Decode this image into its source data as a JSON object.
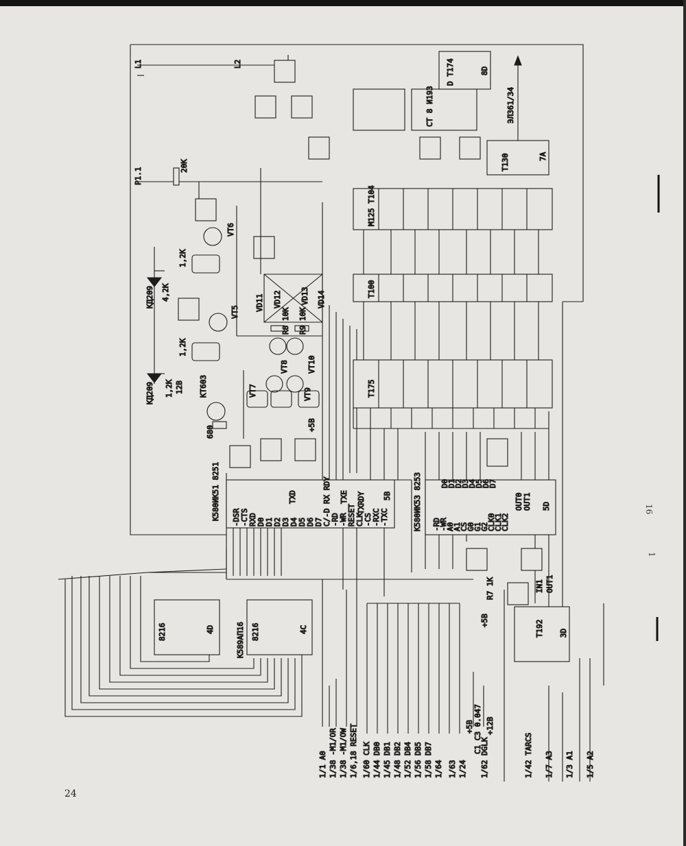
{
  "page_number": "24",
  "margin_marks": [
    "16",
    "1"
  ],
  "connector_labels": [
    "1/1 A0",
    "1/38 -M1/OR",
    "1/38 -M1/OW",
    "1/6,18 RESET",
    "1/60 CLK",
    "1/44 DB0",
    "1/45 DB1",
    "1/48 DB2",
    "1/52 DB4",
    "1/56 DB5",
    "1/58 DB7",
    "1/64",
    "1/63",
    "1/24",
    "1/62 DGLK",
    "1/42 TARCS",
    "1/7 A3",
    "1/3 A1",
    "1/5 A2"
  ],
  "supply_labels": [
    "+5B",
    "+12B",
    "C1 C3 0.047",
    "+5B",
    "+5B"
  ],
  "chip_labels": {
    "usart": "K580ИK51  8251",
    "usart_ref": "5B",
    "timer": "K580ИK53 8253",
    "timer_ref": "5D",
    "buffer_left": "8216",
    "buffer_left_ref": "4D",
    "buffer_right": "8216",
    "buffer_right_ref": "4C",
    "buffer_series": "K589AП16",
    "decoder": "T192",
    "decoder_ref": "3D",
    "counter": "CT 8  И193",
    "top_flop": "D  T174",
    "top_flop_ref": "8D",
    "gate_7a": "T130",
    "gate_7a_ref": "7A",
    "register_row": "T175",
    "nand_row": "T100",
    "inverter_row": "M125 T104"
  },
  "usart_pins": [
    "-DSR",
    "-CTS",
    "RXD",
    "D0",
    "D1",
    "D2",
    "D3",
    "D4",
    "D5",
    "D6",
    "D7",
    "C/-D",
    "-RD",
    "-WR",
    "RESET",
    "CLK",
    "-CS",
    "-RXC",
    "-TXC",
    "TXD",
    "RX RDY",
    "TXE",
    "TXRDY"
  ],
  "timer_pins": [
    "-RD",
    "-WR",
    "A0",
    "A1",
    "CS",
    "G0",
    "G1",
    "G2",
    "CLK0",
    "CLK1",
    "CLK2",
    "D0",
    "D1",
    "D2",
    "D3",
    "D4",
    "D5",
    "D6",
    "D7",
    "OUT0",
    "OUT1"
  ],
  "components": [
    "KД209",
    "KД209",
    "VT5",
    "VT6",
    "VT7",
    "VT8",
    "VT9",
    "VT10",
    "VD11",
    "VD12",
    "VD13",
    "VD14",
    "KT603",
    "20K",
    "1,2K",
    "1,2K",
    "1,2K",
    "4,2K",
    "680",
    "12B",
    "R7 1K",
    "R8 10K",
    "R9 10K"
  ],
  "signal_labels": [
    "L1",
    "L2",
    "P1.1",
    "ЭЛ361/34",
    "IN1",
    "OUT1"
  ]
}
